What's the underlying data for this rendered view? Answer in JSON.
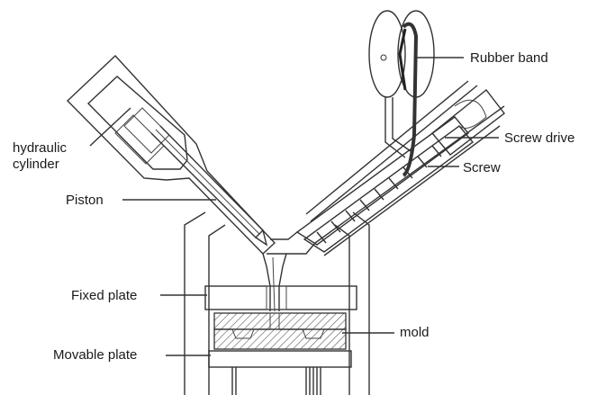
{
  "labels": {
    "hydraulic_cylinder": "hydraulic\ncylinder",
    "piston": "Piston",
    "fixed_plate": "Fixed plate",
    "movable_plate": "Movable plate",
    "rubber_band": "Rubber band",
    "screw_drive": "Screw drive",
    "screw": "Screw",
    "mold": "mold"
  }
}
